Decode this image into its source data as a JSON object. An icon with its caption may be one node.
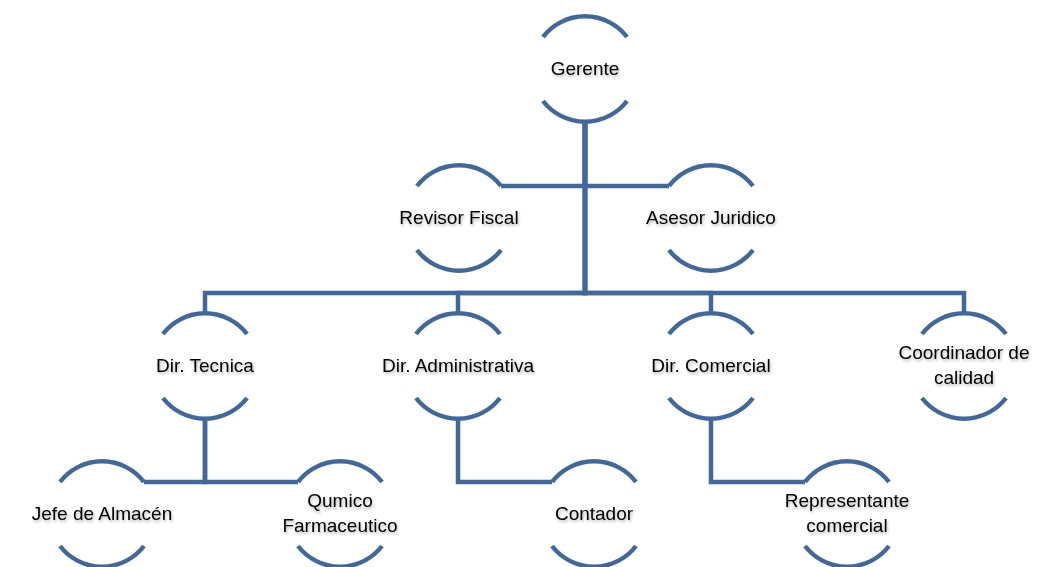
{
  "diagram": {
    "nodes": [
      {
        "text": [
          "Gerente"
        ]
      },
      {
        "text": [
          "Revisor Fiscal"
        ]
      },
      {
        "text": [
          "Asesor Juridico"
        ]
      },
      {
        "text": [
          "Dir. Tecnica"
        ]
      },
      {
        "text": [
          "Dir. Administrativa"
        ]
      },
      {
        "text": [
          "Dir. Comercial"
        ]
      },
      {
        "text": [
          "Coordinador de calidad"
        ]
      },
      {
        "text": [
          "Jefe de Almacén"
        ]
      },
      {
        "text": [
          "Qumico Farmaceutico"
        ]
      },
      {
        "text": [
          "Contador"
        ]
      },
      {
        "text": [
          "Representante comercial"
        ]
      }
    ],
    "edges": [
      {
        "from": 0,
        "to": 1,
        "arrow": "none"
      },
      {
        "from": 0,
        "to": 2,
        "arrow": "none"
      },
      {
        "from": 0,
        "to": 3,
        "arrow": "none"
      },
      {
        "from": 0,
        "to": 4,
        "arrow": "none"
      },
      {
        "from": 0,
        "to": 5,
        "arrow": "none"
      },
      {
        "from": 0,
        "to": 6,
        "arrow": "none"
      },
      {
        "from": 3,
        "to": 7,
        "arrow": "none"
      },
      {
        "from": 3,
        "to": 8,
        "arrow": "none"
      },
      {
        "from": 4,
        "to": 9,
        "arrow": "none"
      },
      {
        "from": 5,
        "to": 10,
        "arrow": "none"
      }
    ]
  }
}
